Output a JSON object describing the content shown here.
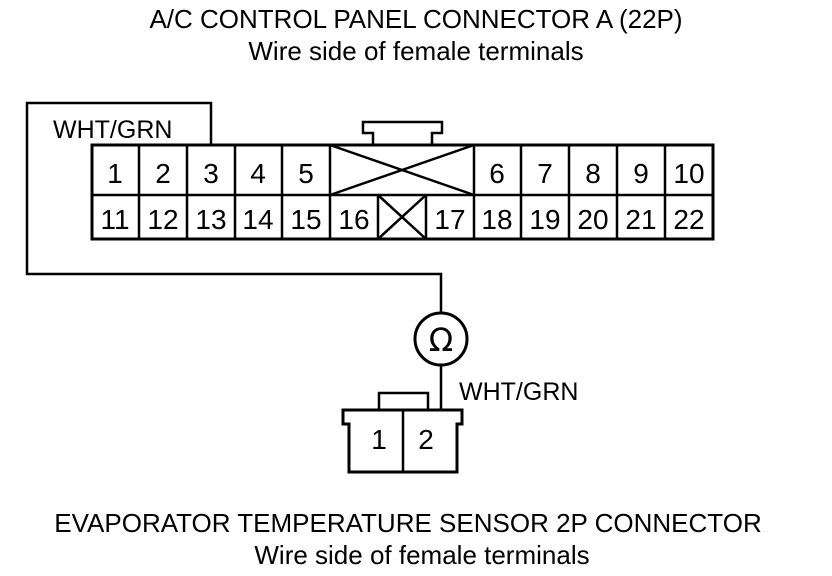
{
  "connector_a": {
    "title": "A/C CONTROL PANEL CONNECTOR A (22P)",
    "subtitle": "Wire side of female terminals",
    "wire_label": "WHT/GRN",
    "top_row": [
      "1",
      "2",
      "3",
      "4",
      "5",
      "6",
      "7",
      "8",
      "9",
      "10"
    ],
    "bottom_row": [
      "11",
      "12",
      "13",
      "14",
      "15",
      "16",
      "17",
      "18",
      "19",
      "20",
      "21",
      "22"
    ]
  },
  "meter": {
    "symbol": "Ω"
  },
  "sensor_connector": {
    "wire_label": "WHT/GRN",
    "pins": [
      "1",
      "2"
    ],
    "title": "EVAPORATOR TEMPERATURE SENSOR 2P CONNECTOR",
    "subtitle": "Wire side of female terminals"
  }
}
